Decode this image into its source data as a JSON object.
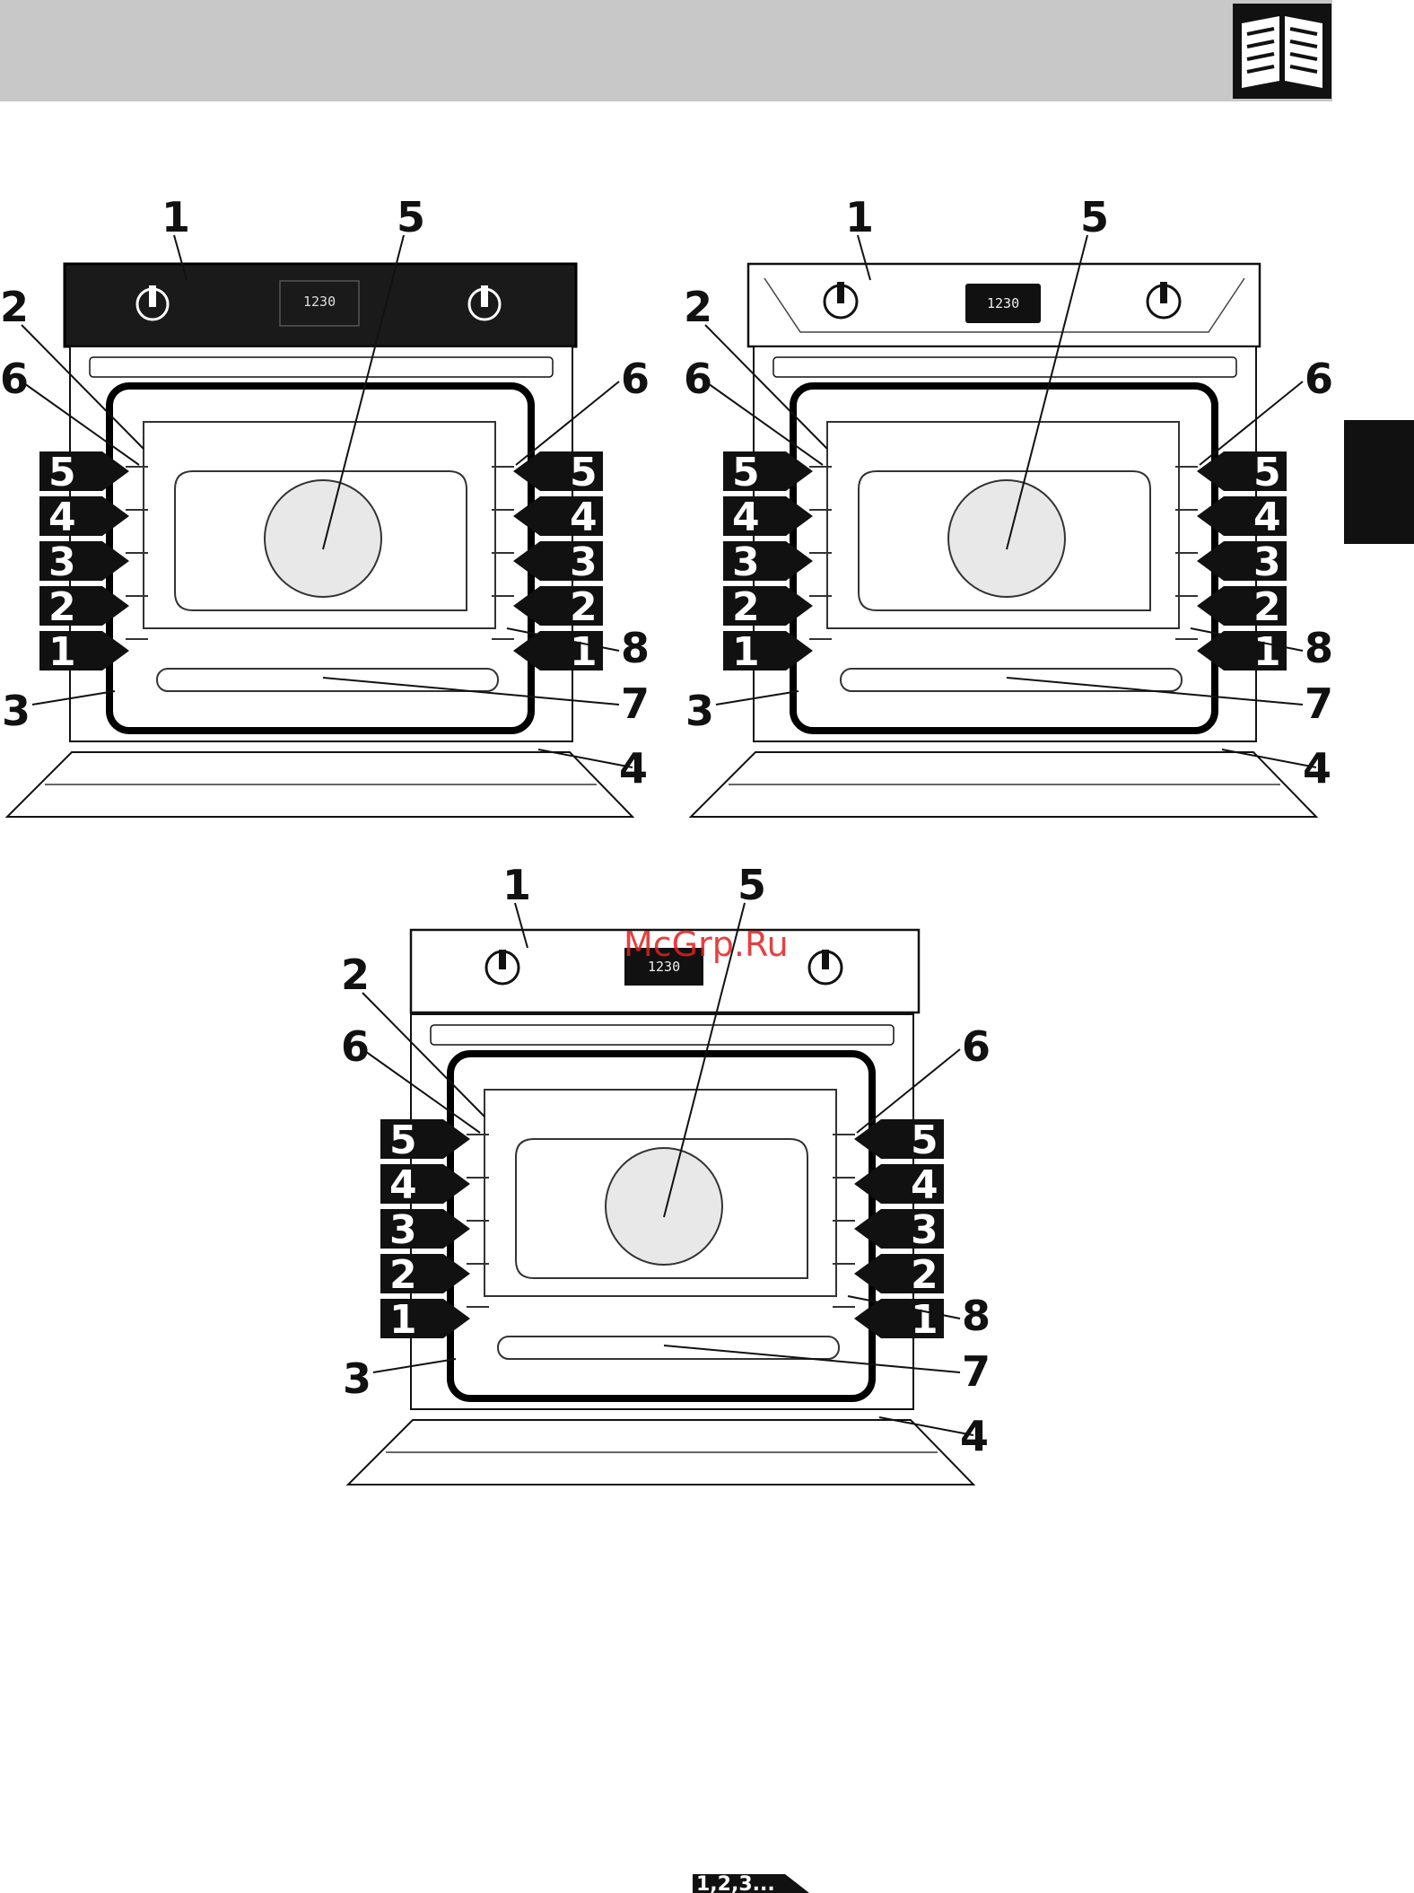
{
  "header": {
    "icon": "manual-book-icon",
    "bar_color": "#c8c8c8"
  },
  "side_tab": {
    "color": "#111111"
  },
  "watermark": "McGrp.Ru",
  "footer": {
    "label": "1,2,3..."
  },
  "ovens": [
    {
      "variant": "black-glass",
      "display": "1230",
      "callouts": [
        "1",
        "2",
        "3",
        "4",
        "5",
        "6",
        "6",
        "7",
        "8"
      ],
      "shelf_levels": [
        "5",
        "4",
        "3",
        "2",
        "1"
      ]
    },
    {
      "variant": "stainless-classic",
      "display": "1230",
      "callouts": [
        "1",
        "2",
        "3",
        "4",
        "5",
        "6",
        "6",
        "7",
        "8"
      ],
      "shelf_levels": [
        "5",
        "4",
        "3",
        "2",
        "1"
      ]
    },
    {
      "variant": "stainless-flat",
      "display": "1230",
      "callouts": [
        "1",
        "2",
        "3",
        "4",
        "5",
        "6",
        "6",
        "7",
        "8"
      ],
      "shelf_levels": [
        "5",
        "4",
        "3",
        "2",
        "1"
      ]
    }
  ]
}
